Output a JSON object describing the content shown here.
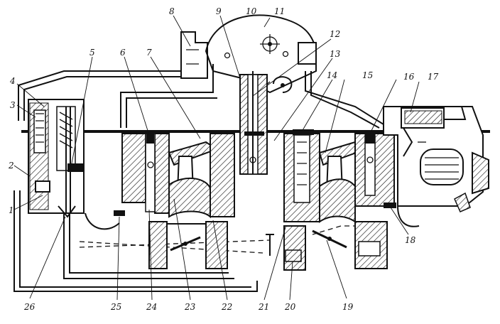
{
  "labels": [
    "1",
    "2",
    "3",
    "4",
    "5",
    "6",
    "7",
    "8",
    "9",
    "10",
    "11",
    "12",
    "13",
    "14",
    "15",
    "16",
    "17",
    "18",
    "19",
    "20",
    "21",
    "22",
    "23",
    "24",
    "25",
    "26"
  ],
  "colors": {
    "ink": "#111111",
    "paper": "#ffffff"
  }
}
